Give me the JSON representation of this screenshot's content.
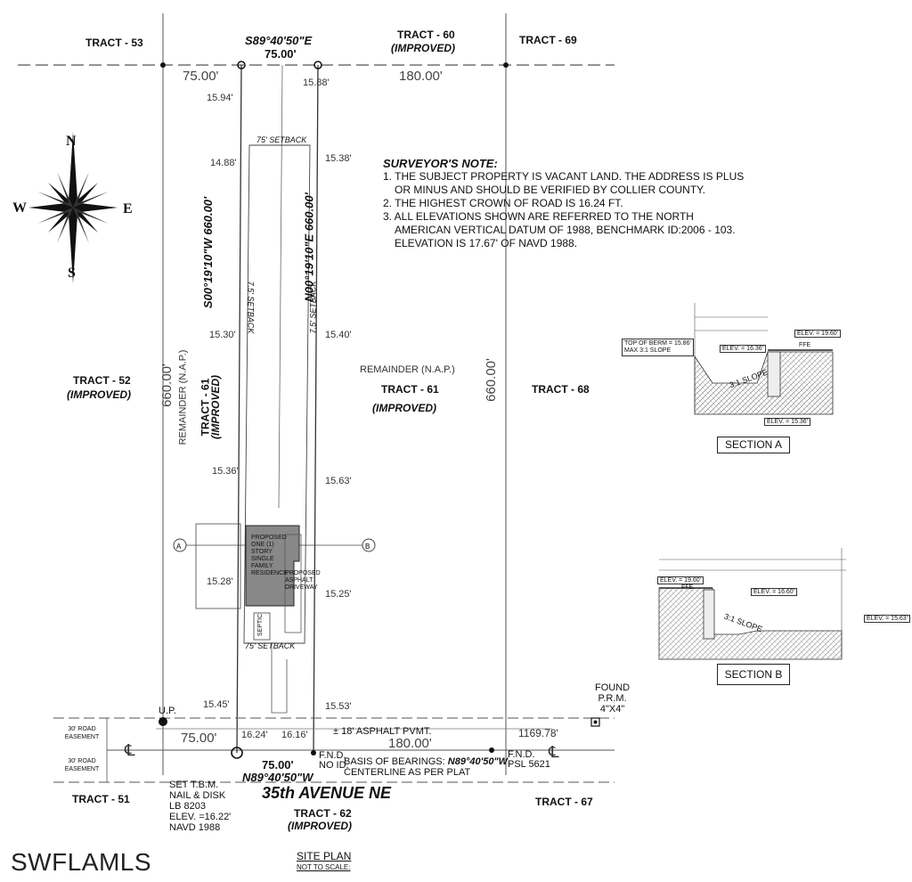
{
  "tracts": {
    "t53": "TRACT - 53",
    "t60": "TRACT - 60",
    "t60_sub": "(IMPROVED)",
    "t69": "TRACT - 69",
    "t52": "TRACT - 52",
    "t52_sub": "(IMPROVED)",
    "t61": "TRACT - 61",
    "t61_sub": "(IMPROVED)",
    "t68": "TRACT - 68",
    "t51": "TRACT - 51",
    "t62": "TRACT - 62",
    "t62_sub": "(IMPROVED)",
    "t67": "TRACT - 67",
    "remainder_right": "REMAINDER (N.A.P.)",
    "remainder_left": "REMAINDER (N.A.P.)",
    "t61_left": "TRACT - 61",
    "t61_left_sub": "(IMPROVED)"
  },
  "bearings": {
    "top": "S89°40'50\"E",
    "left": "S00°19'10\"W  660.00'",
    "right": "N00°19'10\"E  660.00'",
    "bottom": "N89°40'50\"W"
  },
  "dims": {
    "top_75": "75.00'",
    "top_75_gray": "75.00'",
    "top_180": "180.00'",
    "bot_75": "75.00'",
    "bot_75_b": "75.00'",
    "bot_180": "180.00'",
    "left_660": "660.00'",
    "right_660": "660.00'",
    "d_1169": "1169.78'"
  },
  "elevations": {
    "e1594": "15.94'",
    "e1588": "15.88'",
    "e1488": "14.88'",
    "e1538": "15.38'",
    "e1530": "15.30'",
    "e1540": "15.40'",
    "e1536": "15.36'",
    "e1563": "15.63'",
    "e1528": "15.28'",
    "e1525": "15.25'",
    "e1545": "15.45'",
    "e1553": "15.53'",
    "e1624": "16.24'",
    "e1616": "16.16'"
  },
  "setbacks": {
    "top": "75' SETBACK",
    "left": "7.5' SETBACK",
    "right": "7.5' SETBACK",
    "bottom": "75' SETBACK"
  },
  "compass": {
    "n": "N",
    "s": "S",
    "e": "E",
    "w": "W"
  },
  "note": {
    "title": "SURVEYOR'S NOTE:",
    "l1": "1. THE SUBJECT PROPERTY IS VACANT LAND. THE ADDRESS IS PLUS",
    "l1b": "OR MINUS AND SHOULD BE VERIFIED BY COLLIER COUNTY.",
    "l2": "2. THE HIGHEST CROWN OF ROAD IS 16.24 FT.",
    "l3": "3. ALL ELEVATIONS SHOWN ARE REFERRED TO THE NORTH",
    "l3b": "AMERICAN VERTICAL DATUM OF 1988,  BENCHMARK ID:2006 - 103.",
    "l3c": "ELEVATION IS 17.67' OF NAVD 1988."
  },
  "road": {
    "name": "35th  AVENUE  NE",
    "asphalt": "± 18' ASPHALT PVMT.",
    "easement_top": "30' ROAD EASEMENT",
    "easement_bottom": "30' ROAD EASEMENT",
    "basis_a": "BASIS OF BEARINGS: ",
    "basis_b": "N89°40'50\"W",
    "basis_c": "CENTERLINE AS PER PLAT",
    "up": "U.P.",
    "fnd_left_1": "F.N.D.",
    "fnd_left_2": "NO ID.",
    "fnd_right_1": "F.N.D.",
    "fnd_right_2": "PSL 5621",
    "prm_1": "FOUND",
    "prm_2": "P.R.M.",
    "prm_3": "4\"X4\"",
    "tbm_1": "SET T.B.M.",
    "tbm_2": "NAIL & DISK",
    "tbm_3": "LB 8203",
    "tbm_4": "ELEV. =16.22'",
    "tbm_5": "NAVD 1988"
  },
  "building": {
    "label": "PROPOSED ONE (1) STORY SINGLE FAMILY RESIDENCE",
    "driveway": "PROPOSED ASPHALT DRIVEWAY",
    "septic": "SEPTIC"
  },
  "sections": {
    "a_title": "SECTION A",
    "a_berm": "TOP OF BERM = 15.86'",
    "a_slope_note": "MAX 3:1 SLOPE",
    "a_elev1": "ELEV. = 19.60'",
    "a_elev2": "ELEV. = 16.36'",
    "a_elev3": "ELEV. = 15.36'",
    "a_slope": "3:1 SLOPE",
    "a_ffe": "FFE",
    "b_title": "SECTION B",
    "b_elev1": "ELEV. = 19.60'",
    "b_elev2": "ELEV. = 16.60'",
    "b_elev3": "ELEV. = 15.63'",
    "b_slope": "3:1 SLOPE",
    "b_ffe": "FFE"
  },
  "footer": {
    "title": "SITE PLAN",
    "sub": "NOT TO SCALE:",
    "watermark": "SWFLAMLS"
  }
}
